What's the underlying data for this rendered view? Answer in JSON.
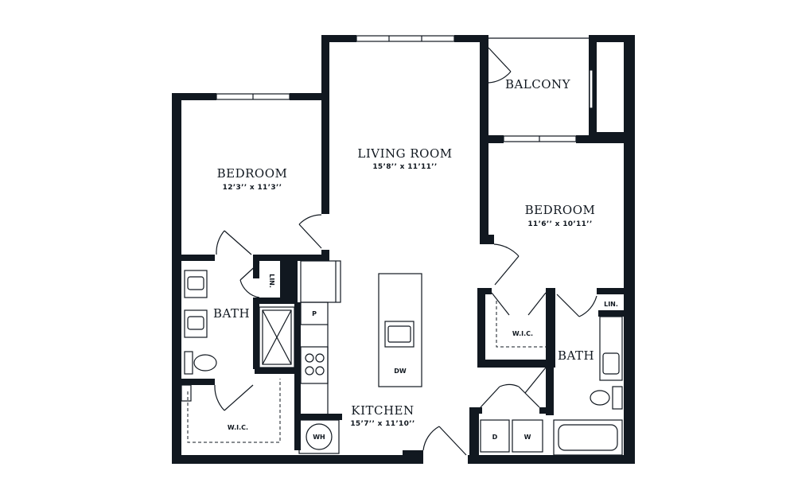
{
  "rooms": {
    "living": {
      "name": "LIVING ROOM",
      "dims": "15’8’’ x 11’11’’"
    },
    "bedroom_left": {
      "name": "BEDROOM",
      "dims": "12’3’’ x 11’3’’"
    },
    "bedroom_right": {
      "name": "BEDROOM",
      "dims": "11’6’’ x 10’11’’"
    },
    "balcony": {
      "name": "BALCONY"
    },
    "kitchen": {
      "name": "KITCHEN",
      "dims": "15’7’’ x 11’10’’"
    },
    "bath_left": {
      "name": "BATH"
    },
    "bath_right": {
      "name": "BATH"
    }
  },
  "labels": {
    "wic_left": "W.I.C.",
    "wic_right": "W.I.C.",
    "lin_left": "LIN.",
    "lin_right": "LIN.",
    "pantry": "P",
    "dishwasher": "DW",
    "water_heater": "WH",
    "dryer": "D",
    "washer": "W"
  },
  "colors": {
    "wall": "#111820",
    "background": "#ffffff"
  }
}
